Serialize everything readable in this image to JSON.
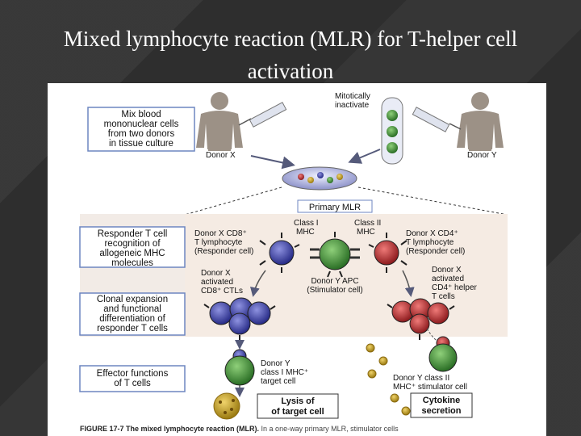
{
  "slide": {
    "title_line1": "Mixed lymphocyte reaction (MLR) for  T-helper cell",
    "title_line2": "activation"
  },
  "figure": {
    "steps": [
      [
        "Mix blood",
        "mononuclear cells",
        "from two donors",
        "in tissue culture"
      ],
      [
        "Responder T cell",
        "recognition of",
        "allogeneic MHC",
        "molecules"
      ],
      [
        "Clonal expansion",
        "and functional",
        "differentiation of",
        "responder T cells"
      ],
      [
        "Effector functions",
        "of T cells"
      ]
    ],
    "donor_x": "Donor X",
    "donor_y": "Donor Y",
    "mitotic_label": [
      "Mitotically",
      "inactivate"
    ],
    "primary_mlr": "Primary MLR",
    "class1_mhc": [
      "Class I",
      "MHC"
    ],
    "class2_mhc": [
      "Class II",
      "MHC"
    ],
    "cd8_responder": [
      "Donor X CD8⁺",
      "T lymphocyte",
      "(Responder cell)"
    ],
    "cd4_responder": [
      "Donor X CD4⁺",
      "T lymphocyte",
      "(Responder cell)"
    ],
    "apc_label": [
      "Donor Y APC",
      "(Stimulator cell)"
    ],
    "cd8_ctl": [
      "Donor X",
      "activated",
      "CD8⁺ CTLs"
    ],
    "cd4_helper": [
      "Donor X",
      "activated",
      "CD4⁺ helper",
      "T cells"
    ],
    "target_cell": [
      "Donor Y",
      "class I MHC⁺",
      "target cell"
    ],
    "stim_cell": [
      "Donor Y class II",
      "MHC⁺ stimulator cell"
    ],
    "lysis": [
      "Lysis of",
      "of target cell"
    ],
    "cytokine": [
      "Cytokine",
      "secretion"
    ],
    "caption_bold": "FIGURE 17-7 The mixed lymphocyte reaction (MLR).",
    "caption_rest": " In a one-way primary MLR, stimulator cells"
  },
  "colors": {
    "cd8": "#3a3fa8",
    "cd4": "#b5262a",
    "apc": "#2f8a2f",
    "yellow": "#c9a21a",
    "panel": "#f2ebe6",
    "box_stroke": "#6d86c0"
  }
}
